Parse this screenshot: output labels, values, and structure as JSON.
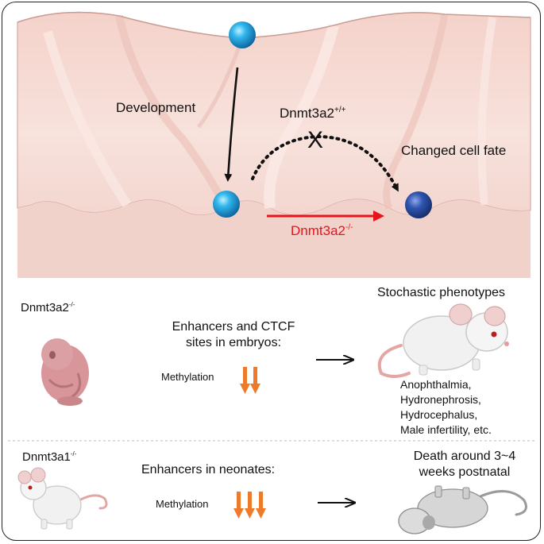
{
  "landscape": {
    "development_label": "Development",
    "wildtype_gene": "Dnmt3a2",
    "wildtype_sup": "+/+",
    "block_mark": "X",
    "changed_fate_label": "Changed cell fate",
    "knockout_gene": "Dnmt3a2",
    "knockout_sup": "-/-"
  },
  "row1": {
    "gene": "Dnmt3a2",
    "gene_sup": "-/-",
    "target_line1": "Enhancers and CTCF",
    "target_line2": "sites in embryos:",
    "methylation_label": "Methylation",
    "arrow_count": 2,
    "outcome_title": "Stochastic phenotypes",
    "phenotypes": [
      "Anophthalmia,",
      "Hydronephrosis,",
      "Hydrocephalus,",
      "Male infertility, etc."
    ]
  },
  "row2": {
    "gene": "Dnmt3a1",
    "gene_sup": "-/-",
    "target": "Enhancers in neonates:",
    "methylation_label": "Methylation",
    "arrow_count": 3,
    "outcome_line1": "Death around 3~4",
    "outcome_line2": "weeks postnatal"
  },
  "colors": {
    "landscape_fill": "#f6dcd6",
    "landscape_shade": "#e9c3bb",
    "ball_light": "#1e9ad6",
    "ball_dark": "#26438f",
    "knockout_arrow": "#e8141c",
    "methylation_arrow": "#ef7a2a",
    "embryo": "#d8959a"
  }
}
